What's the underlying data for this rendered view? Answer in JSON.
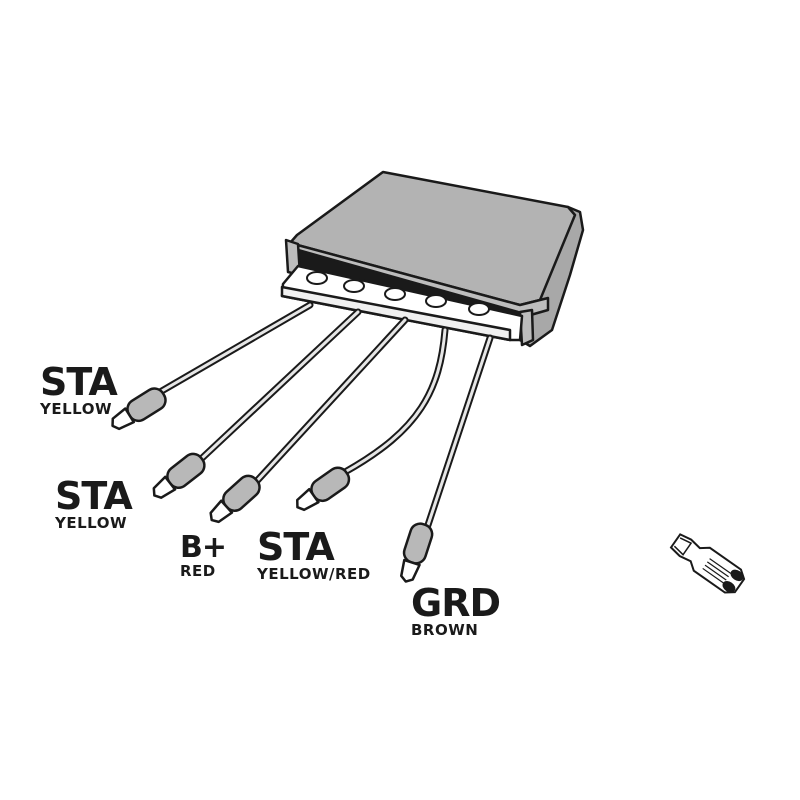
{
  "diagram": {
    "subject": "voltage regulator wiring",
    "colors": {
      "outline": "#1a1a1a",
      "body_fill": "#b3b3b3",
      "boot_fill": "#b8b8b8",
      "wire_fill": "#e6e6e6",
      "background": "#ffffff"
    },
    "terminal_count": 5,
    "wires": [
      {
        "id": "wire-1",
        "main": "STA",
        "sub": "YELLOW"
      },
      {
        "id": "wire-2",
        "main": "STA",
        "sub": "YELLOW"
      },
      {
        "id": "wire-3",
        "main": "B+",
        "sub": "RED"
      },
      {
        "id": "wire-4",
        "main": "STA",
        "sub": "YELLOW/RED"
      },
      {
        "id": "wire-5",
        "main": "GRD",
        "sub": "BROWN"
      }
    ],
    "accessory": "spade-connector"
  }
}
